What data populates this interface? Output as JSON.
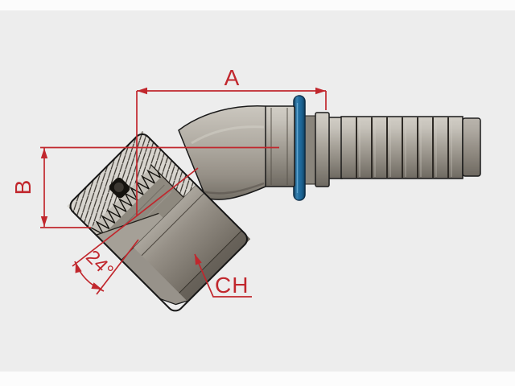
{
  "drawing": {
    "dimensions": {
      "a": {
        "label": "A"
      },
      "b": {
        "label": "B"
      },
      "cone_angle": {
        "label": "24°"
      },
      "wrench_size": {
        "label": "CH"
      }
    },
    "colors": {
      "dimension_red": "#c1272d",
      "seal_blue": "#1f6a9c",
      "background_gray": "#ededed",
      "strip_white": "#fcfcfc",
      "metal_light": "#cac6be",
      "metal_dark": "#6e6961",
      "outline_black": "#1a1a1a"
    }
  }
}
